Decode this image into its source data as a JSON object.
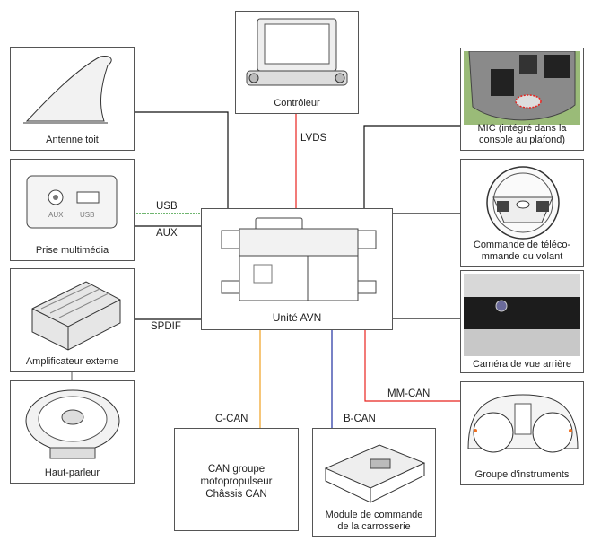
{
  "center": {
    "label": "Unité AVN"
  },
  "components": {
    "controller": "Contrôleur",
    "roof_antenna": "Antenne toit",
    "multimedia_jack": "Prise multimédia",
    "aux_label": "AUX",
    "usb_port_label": "USB",
    "external_amp": "Amplificateur externe",
    "speaker": "Haut-parleur",
    "mic": [
      "MIC (intégré dans la",
      "console au plafond)"
    ],
    "steering_remote": [
      "Commande de téléco-",
      "mmande du volant"
    ],
    "rear_camera": "Caméra de vue arrière",
    "cluster": "Groupe d'instruments",
    "can_group": [
      "CAN groupe",
      "motopropulseur",
      "Châssis CAN"
    ],
    "body_module": [
      "Module de commande",
      "de la carrosserie"
    ]
  },
  "connections": {
    "lvds": "LVDS",
    "usb": "USB",
    "aux": "AUX",
    "spdif": "SPDIF",
    "mm_can": "MM-CAN",
    "c_can": "C-CAN",
    "b_can": "B-CAN"
  },
  "colors": {
    "lvds": "#e8231f",
    "usb": "#1a8a1a",
    "mm_can": "#e8231f",
    "c_can": "#f0a020",
    "b_can": "#1e2ea0",
    "default": "#111111"
  }
}
